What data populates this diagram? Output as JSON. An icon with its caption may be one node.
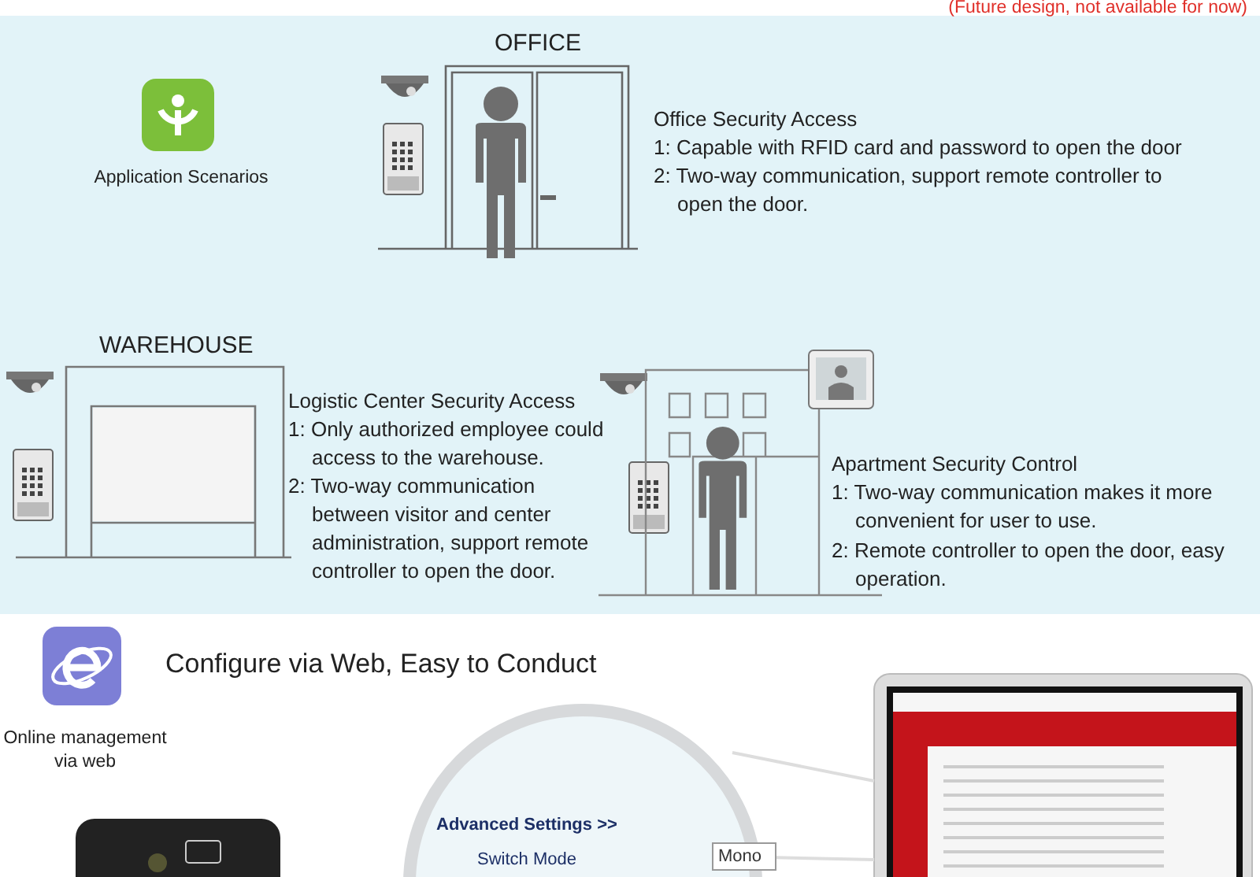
{
  "diagram": {
    "labels": [
      "(Future design, not available for now)",
      "OFFICE",
      "Application Scenarios",
      "Office Security Access",
      "1: Capable with RFID card and password to open the door",
      "2: Two-way communication, support remote controller to open the door.",
      "WAREHOUSE",
      "Logistic Center Security Access",
      "1: Only authorized employee could access to the warehouse.",
      "2: Two-way communication between visitor and center administration, support remote controller to open the door.",
      "Apartment Security Control",
      "1: Two-way communication makes it more convenient for user to use.",
      "2: Remote controller to open the door, easy operation.",
      "Configure via Web, Easy to Conduct",
      "Online management via web",
      "Advanced Settings >>",
      "Switch Mode",
      "Mono"
    ]
  }
}
